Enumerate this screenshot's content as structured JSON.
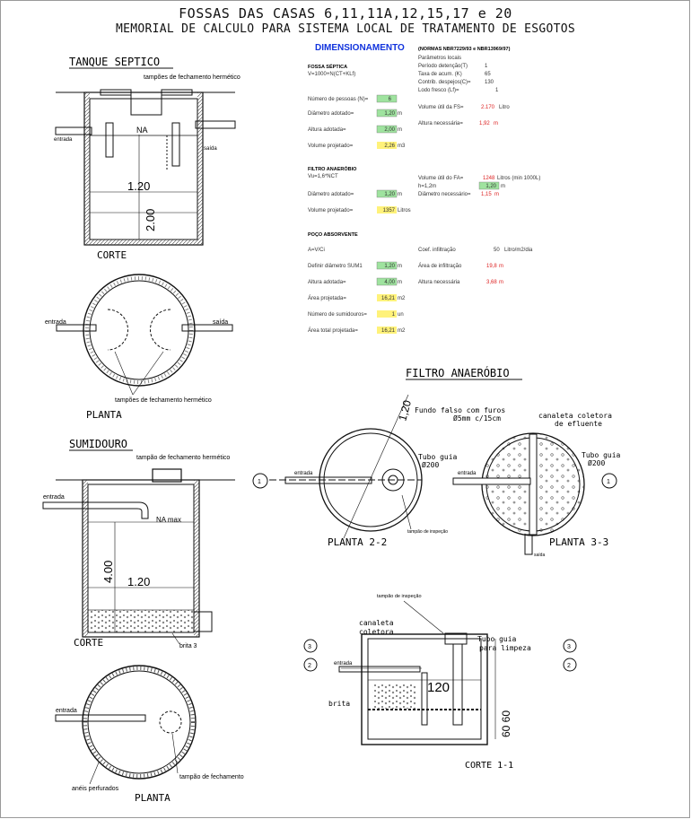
{
  "header": {
    "title": "FOSSAS DAS CASAS 6,11,11A,12,15,17 e 20",
    "subtitle": "MEMORIAL DE CALCULO PARA SISTEMA LOCAL DE TRATAMENTO DE ESGOTOS"
  },
  "tanque": {
    "title": "TANQUE SEPTICO",
    "lid": "tampões de fechamento hermético",
    "entrada": "entrada",
    "saida": "saída",
    "na": "NA",
    "dim_w": "1.20",
    "dim_h": "2.00",
    "corte": "CORTE",
    "plan_entrada": "entrada",
    "plan_saida": "saída",
    "plan_lid": "tampões de fechamento hermético",
    "planta": "PLANTA"
  },
  "sumidouro": {
    "title": "SUMIDOURO",
    "lid": "tampão de fechamento hermético",
    "entrada": "entrada",
    "na": "NA max",
    "dim_w": "1.20",
    "dim_h": "4.00",
    "corte": "CORTE",
    "brita": "brita 3",
    "plan_entrada": "entrada",
    "plan_lid": "tampão de fechamento",
    "aneis": "anéis perfurados",
    "planta": "PLANTA"
  },
  "calc": {
    "title": "DIMENSIONAMENTO",
    "norma": "(NORMAS NBR7229/93 e NBR13969/97)",
    "fossa": {
      "title": "FOSSA SÉPTICA",
      "formula": "V=1000+N(CT+KLf)",
      "pessoas_label": "Número de pessoas (N)=",
      "pessoas_value": "6",
      "diam_label": "Diâmetro adotado=",
      "diam_value": "1,20",
      "diam_unit": "m",
      "altura_label": "Altura adotada=",
      "altura_value": "2,00",
      "altura_unit": "m",
      "vol_label": "Volume projetado=",
      "vol_value": "2,26",
      "vol_unit": "m3",
      "param_title": "Parâmetros locais",
      "periodo_label": "Período detenção(T)",
      "periodo_value": "1",
      "tabela_label": "Taxa de acum. (K)",
      "tabela_value": "65",
      "contrib_label": "Contrib. despejos(C)=",
      "contrib_value": "130",
      "lodo_label": "Lodo fresco (Lf)=",
      "lodo_value": "1",
      "vutil_label": "Volume útil da FS=",
      "vutil_value": "2.170",
      "vutil_unit": "Litro",
      "alt_nec_label": "Altura necessária=",
      "alt_nec_value": "1,92",
      "alt_nec_unit": "m"
    },
    "filtro": {
      "title": "FILTRO ANAERÓBIO",
      "formula": "Vu=1,6*NCT",
      "diam_label": "Diâmetro adotado=",
      "diam_value": "1,20",
      "diam_unit": "m",
      "vol_label": "Volume projetado=",
      "vol_value": "1357",
      "vol_unit": "Litros",
      "vutil_label": "Volume útil do FA=",
      "vutil_value": "1248",
      "vutil_unit": "Litros (min 1000L)",
      "h_label": "h=1,2m",
      "h_value": "1,20",
      "h_unit": "m",
      "diam_nec_label": "Diâmetro necessário=",
      "diam_nec_value": "1,15",
      "diam_nec_unit": "m"
    },
    "poco": {
      "title": "POÇO ABSORVENTE",
      "formula": "A=V/Ci",
      "coef_label": "Coef. infiltração",
      "coef_value": "50",
      "coef_unit": "Litro/m2/dia",
      "diam_label": "Definir diâmetro SUM1",
      "diam_value": "1,20",
      "diam_unit": "m",
      "altura_label": "Altura adotada=",
      "altura_value": "4,00",
      "altura_unit": "m",
      "area_inf_label": "Área de infiltração",
      "area_inf_value": "19,8",
      "area_inf_unit": "m",
      "alt_nec_label": "Altura necessária",
      "alt_nec_value": "3,68",
      "alt_nec_unit": "m",
      "area_proj_label": "Área projetada=",
      "area_proj_value": "16,21",
      "area_proj_unit": "m2",
      "num_label": "Número de sumidouros=",
      "num_value": "1",
      "num_unit": "un",
      "total_label": "Área total projetada=",
      "total_value": "16,21",
      "total_unit": "m2"
    }
  },
  "filtro_drawing": {
    "title": "FILTRO ANAERÓBIO",
    "dim": "1,20",
    "fundo": "Fundo falso com furos",
    "fundo2": "Ø5mm c/15cm",
    "canaleta": "canaleta coletora",
    "canaleta2": "de efluente",
    "tubo_guia": "Tubo guia",
    "tubo_guia2": "Ø200",
    "entrada": "entrada",
    "tampao": "tampão de inspeção",
    "planta22": "PLANTA 2-2",
    "planta33": "PLANTA 3-3",
    "saida": "saída",
    "corte_tampao": "tampão de inspeção",
    "corte_canaleta": "canaleta",
    "corte_canaleta2": "coletora",
    "corte_tubo": "Tubo guia",
    "corte_tubo2": "para limpeza",
    "corte_entrada": "entrada",
    "corte_brita": "brita",
    "corte_dim": "120",
    "corte_dim_v": "60 60",
    "corte11": "CORTE 1-1",
    "marker1": "1",
    "marker2": "2",
    "marker3": "3"
  },
  "colors": {
    "ink": "#111111",
    "blue_title": "#1133dd",
    "red_value": "#dd2222",
    "green_cell": "#9fe39f",
    "yellow_cell": "#fff27a"
  }
}
